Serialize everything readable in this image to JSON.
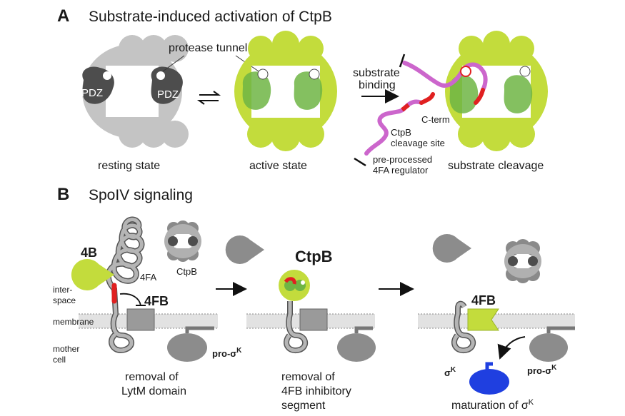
{
  "panel_a": {
    "letter": "A",
    "title": "Substrate-induced activation of CtpB",
    "pdz_label": "PDZ",
    "protease_tunnel": "protease tunnel",
    "substrate_binding_line1": "substrate",
    "substrate_binding_line2": "binding",
    "c_term": "C-term",
    "cleavage_site_line1": "CtpB",
    "cleavage_site_line2": "cleavage site",
    "regulator_line1": "pre-processed",
    "regulator_line2": "4FA regulator",
    "resting_state": "resting state",
    "active_state": "active state",
    "substrate_cleavage": "substrate cleavage"
  },
  "panel_b": {
    "letter": "B",
    "title": "SpoIV signaling",
    "label_4b": "4B",
    "label_4fa": "4FA",
    "label_ctpb_small": "CtpB",
    "label_4fb": "4FB",
    "interspace_line1": "inter-",
    "interspace_line2": "space",
    "membrane": "membrane",
    "mother_line1": "mother",
    "mother_line2": "cell",
    "pro_sigma_text": "pro-σ",
    "sigma_sup": "K",
    "step1_line1": "removal of",
    "step1_line2": "LytM domain",
    "label_ctpb_big": "CtpB",
    "step2_line1": "removal of",
    "step2_line2": "4FB inhibitory",
    "step2_line3": "segment",
    "label_4fb_big": "4FB",
    "sigma_text": "σ",
    "maturation_text": "maturation of σ"
  },
  "colors": {
    "green": "#c3dc3c",
    "gray_complex": "#c4c4c4",
    "dark_gray": "#5a5a5a",
    "pdz_green": "#6fb544",
    "substrate_magenta": "#cc66cc",
    "cleavage_red": "#e02020",
    "sigma_blue": "#1f3fe0",
    "membrane_gray": "#e2e2e2"
  }
}
